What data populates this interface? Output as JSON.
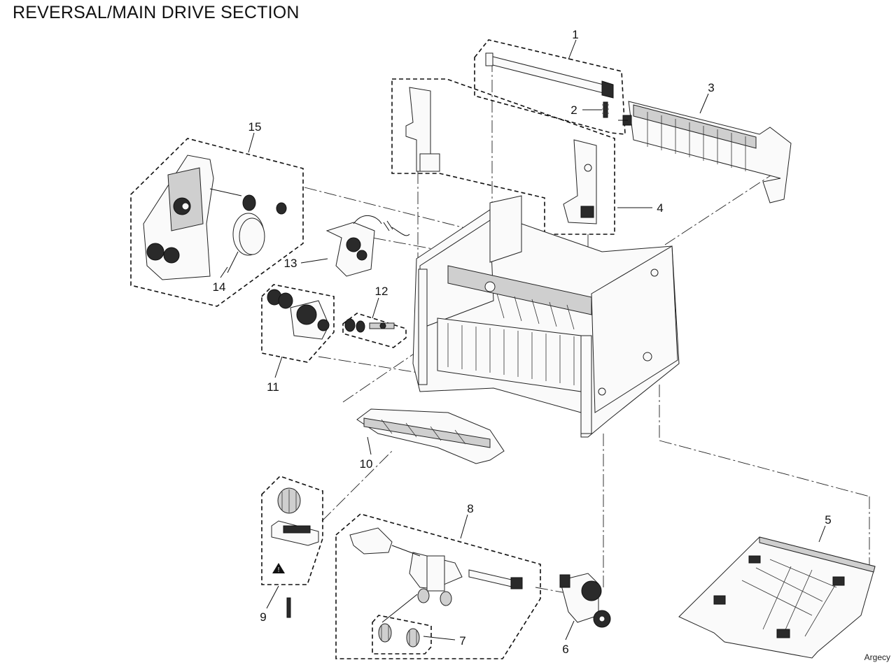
{
  "title": "REVERSAL/MAIN DRIVE SECTION",
  "watermark": "Argecy",
  "callouts": {
    "c1": "1",
    "c2": "2",
    "c3": "3",
    "c4": "4",
    "c5": "5",
    "c6": "6",
    "c7": "7",
    "c8": "8",
    "c9": "9",
    "c10": "10",
    "c11": "11",
    "c12": "12",
    "c13": "13",
    "c14": "14",
    "c15": "15"
  }
}
